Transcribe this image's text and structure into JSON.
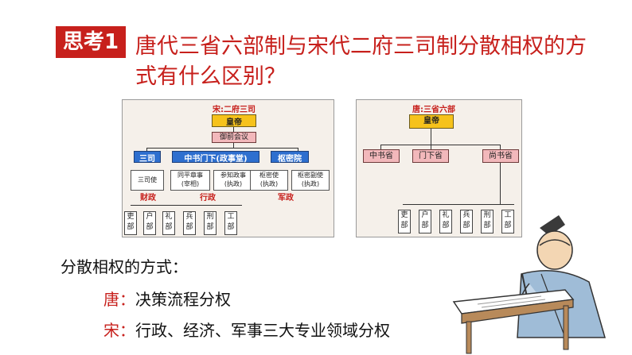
{
  "tag": "思考1",
  "question_line1": "唐代三省六部制与宋代二府三司制分散相权的方",
  "question_line2": "式有什么区别？",
  "song": {
    "title": "宋:二府三司",
    "emperor": "皇帝",
    "council": "御前会议",
    "branch_sansi": "三司",
    "branch_zhongshu": "中书门下(政事堂)",
    "branch_shumi": "枢密院",
    "office1": "三司使",
    "office2a": "同平章事",
    "office2b": "(宰相)",
    "office3a": "参知政事",
    "office3b": "(执政)",
    "office4a": "枢密使",
    "office4b": "(执政)",
    "office5a": "枢密副使",
    "office5b": "(执政)",
    "label_caizheng": "财政",
    "label_xingzheng": "行政",
    "label_junzheng": "军政",
    "depts": [
      "吏部",
      "户部",
      "礼部",
      "兵部",
      "刑部",
      "工部"
    ]
  },
  "tang": {
    "title": "唐:三省六部",
    "emperor": "皇帝",
    "s1": "中书省",
    "s2": "门下省",
    "s3": "尚书省",
    "depts": [
      "吏部",
      "户部",
      "礼部",
      "兵部",
      "刑部",
      "工部"
    ]
  },
  "answer_heading": "分散相权的方式：",
  "tang_label": "唐：",
  "tang_answer": "决策流程分权",
  "song_label": "宋：",
  "song_answer": "行政、经济、军事三大专业领域分权",
  "colors": {
    "accent_red": "#c7201c",
    "emperor_yellow": "#f6c21b",
    "song_blue": "#2e6fcf",
    "tang_pink": "#f2b8bb"
  }
}
